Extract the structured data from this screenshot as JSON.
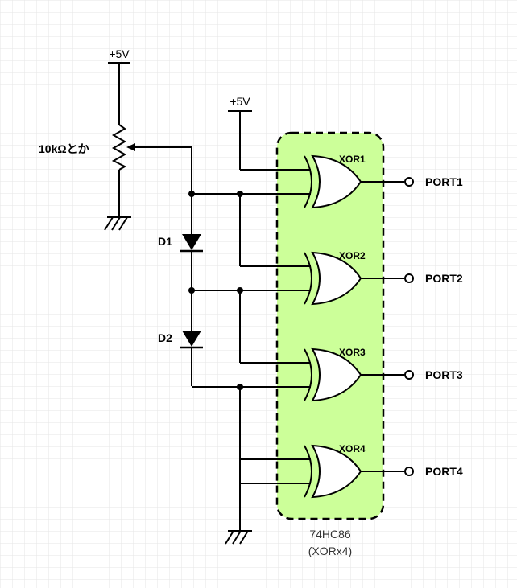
{
  "colors": {
    "grid": "#e6e6e6",
    "chip_fill": "#ccff99",
    "wire": "#000000"
  },
  "supply": {
    "top_label": "+5V",
    "gate_label": "+5V"
  },
  "pot": {
    "label": "10kΩとか"
  },
  "diodes": [
    {
      "label": "D1"
    },
    {
      "label": "D2"
    }
  ],
  "chip": {
    "part": "74HC86",
    "desc": "(XORx4)"
  },
  "gates": [
    {
      "name": "XOR1",
      "port": "PORT1"
    },
    {
      "name": "XOR2",
      "port": "PORT2"
    },
    {
      "name": "XOR3",
      "port": "PORT3"
    },
    {
      "name": "XOR4",
      "port": "PORT4"
    }
  ]
}
